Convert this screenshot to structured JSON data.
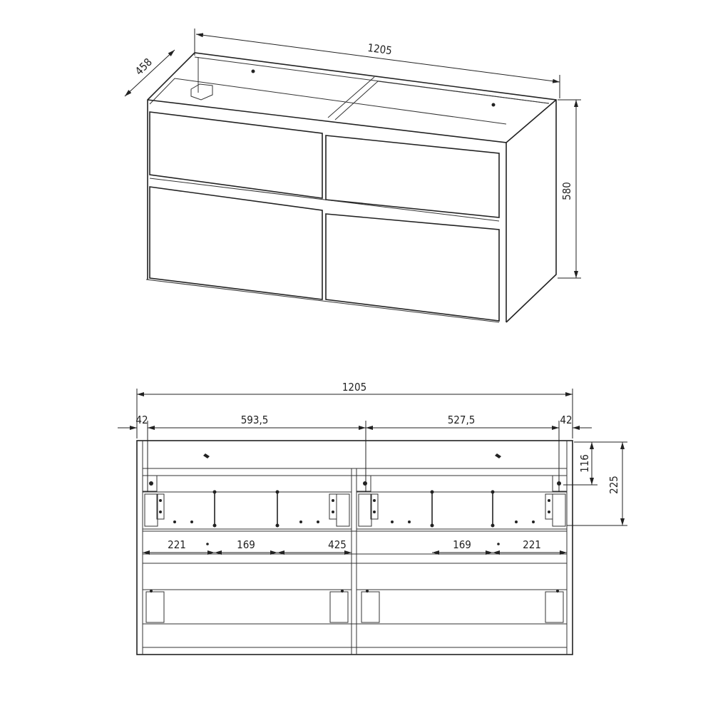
{
  "iso_view": {
    "width_label": "1205",
    "depth_label": "458",
    "height_label": "580"
  },
  "front_view": {
    "overall_width_label": "1205",
    "left_panel_label": "42",
    "left_span_label": "593,5",
    "right_span_label": "527,5",
    "right_panel_label": "42",
    "hole_height_label": "116",
    "rail_height_label": "225",
    "bottom_labels": [
      "221",
      "169",
      "425",
      "169",
      "221"
    ]
  }
}
